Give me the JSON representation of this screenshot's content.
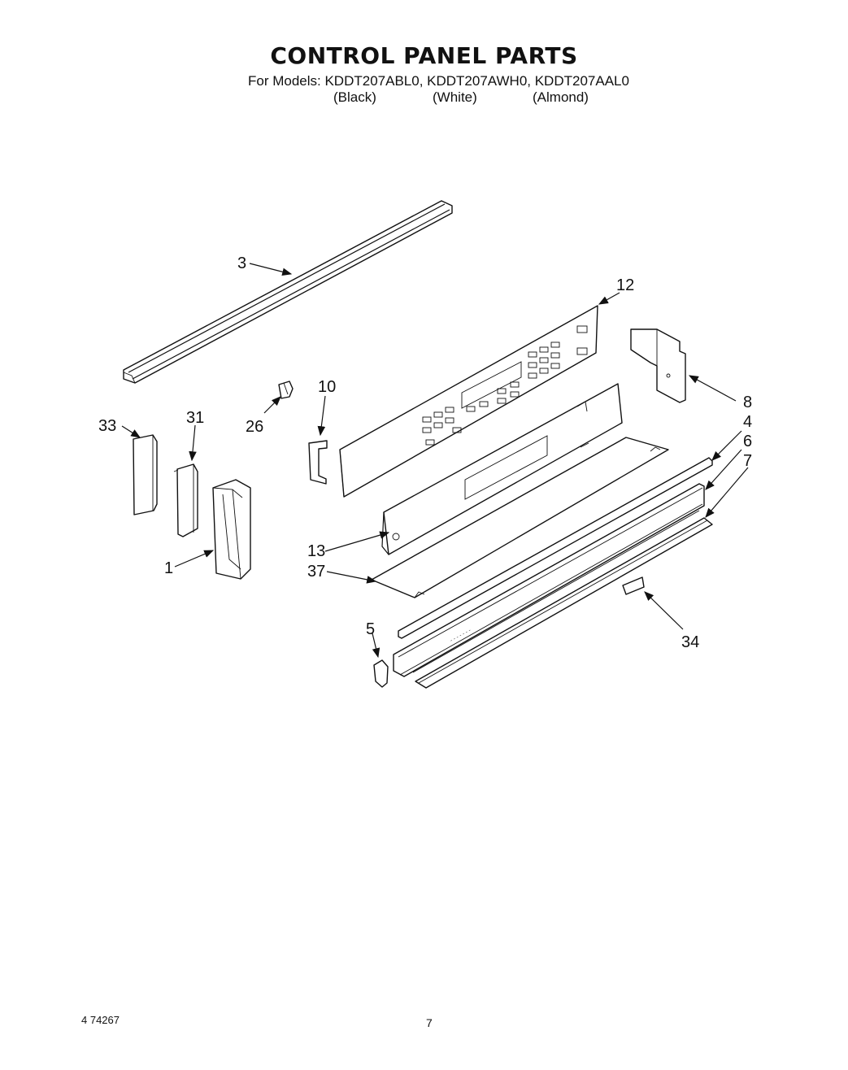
{
  "header": {
    "title": "CONTROL PANEL PARTS",
    "models": "For Models: KDDT207ABL0, KDDT207AWH0, KDDT207AAL0",
    "color_black": "(Black)",
    "color_white": "(White)",
    "color_almond": "(Almond)"
  },
  "callouts": {
    "c3": "3",
    "c12": "12",
    "c10": "10",
    "c26": "26",
    "c33": "33",
    "c31": "31",
    "c8": "8",
    "c4": "4",
    "c6": "6",
    "c7": "7",
    "c13": "13",
    "c37": "37",
    "c1": "1",
    "c5": "5",
    "c34": "34"
  },
  "footer": {
    "doc_number": "4 74267",
    "page_number": "7"
  }
}
